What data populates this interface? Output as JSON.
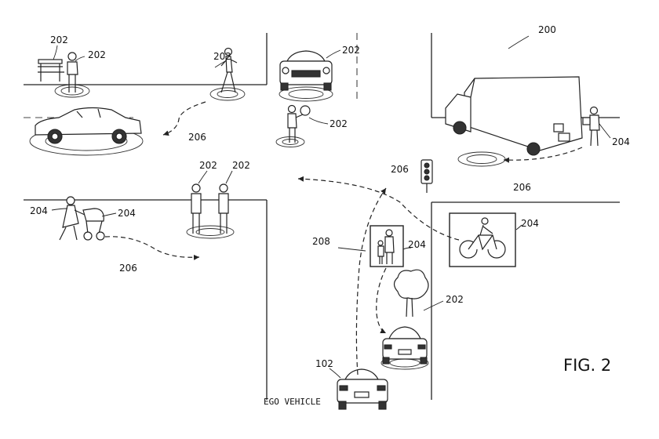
{
  "figure": {
    "title": "FIG. 2",
    "ego_label": "EGO VEHICLE"
  },
  "refs": {
    "figure_ref": "200",
    "ego_ref": "102",
    "static_object": "202",
    "dynamic_object": "204",
    "predicted_path": "206",
    "ego_path": "208"
  }
}
